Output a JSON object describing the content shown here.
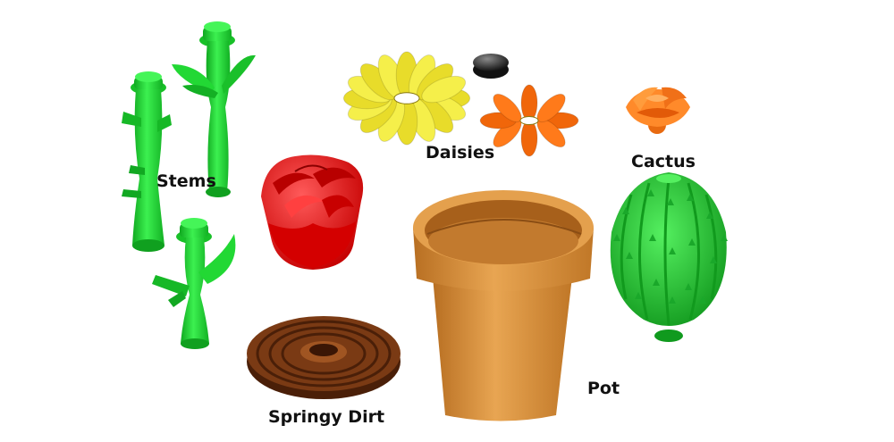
{
  "labels": {
    "stems": "Stems",
    "daisies": "Daisies",
    "cactus": "Cactus",
    "pot": "Pot",
    "springy_dirt": "Springy Dirt"
  },
  "colors": {
    "stem_green": "#22dd33",
    "daisy_yellow": "#f5ef4a",
    "daisy_orange": "#ff7a1a",
    "rose_red": "#e81010",
    "pot_terracotta": "#d9913c",
    "dirt_brown": "#6e3210",
    "button_black": "#222222",
    "cactus_green": "#2bd43a"
  }
}
